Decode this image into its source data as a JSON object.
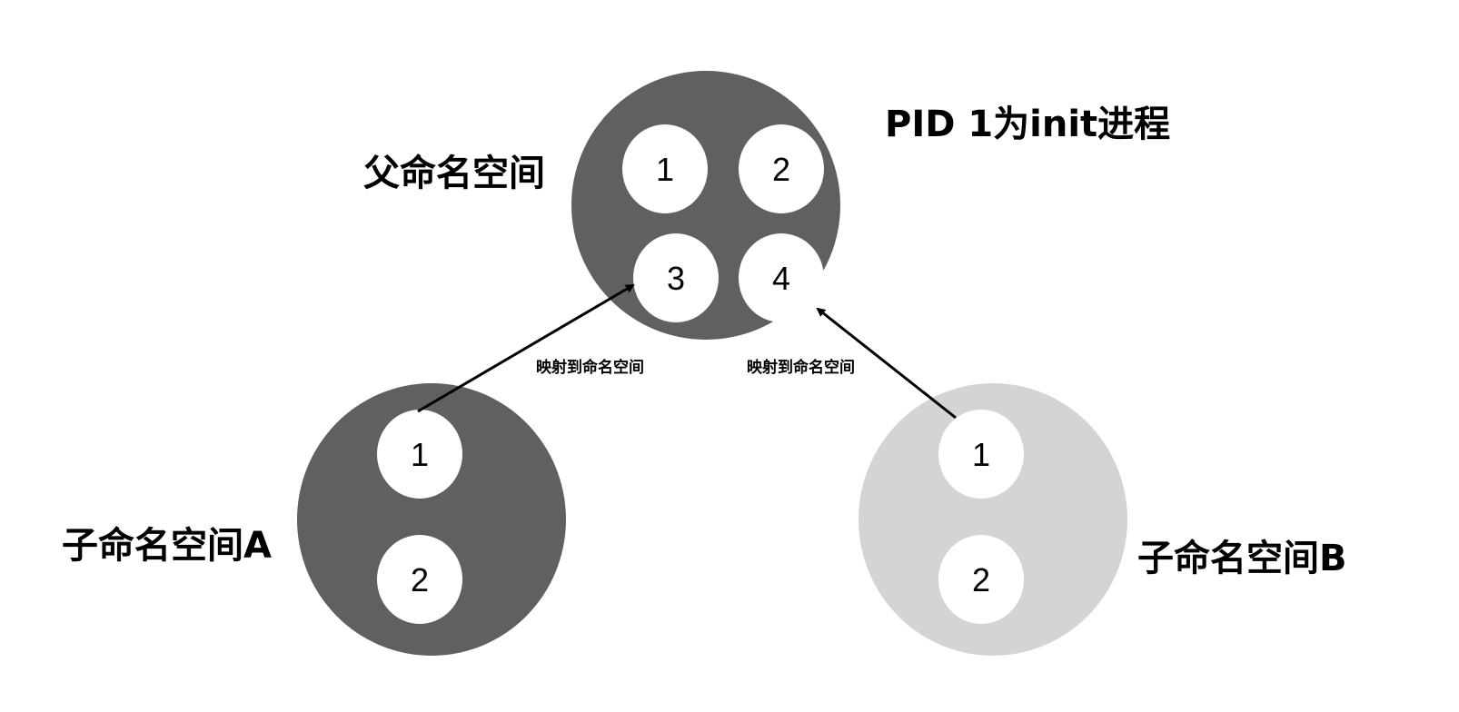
{
  "colors": {
    "dark_ns": "#606060",
    "light_ns": "#d4d4d4",
    "process": "#ffffff",
    "arrow": "#000000"
  },
  "parent": {
    "label": "父命名空间",
    "note": "PID 1为init进程",
    "processes": [
      "1",
      "2",
      "3",
      "4"
    ]
  },
  "child_a": {
    "label": "子命名空间A",
    "processes": [
      "1",
      "2"
    ]
  },
  "child_b": {
    "label": "子命名空间B",
    "processes": [
      "1",
      "2"
    ]
  },
  "edges": [
    {
      "from": "子命名空间A:1",
      "to": "父命名空间:3",
      "label": "映射到命名空间"
    },
    {
      "from": "子命名空间B:1",
      "to": "父命名空间:4",
      "label": "映射到命名空间"
    }
  ]
}
